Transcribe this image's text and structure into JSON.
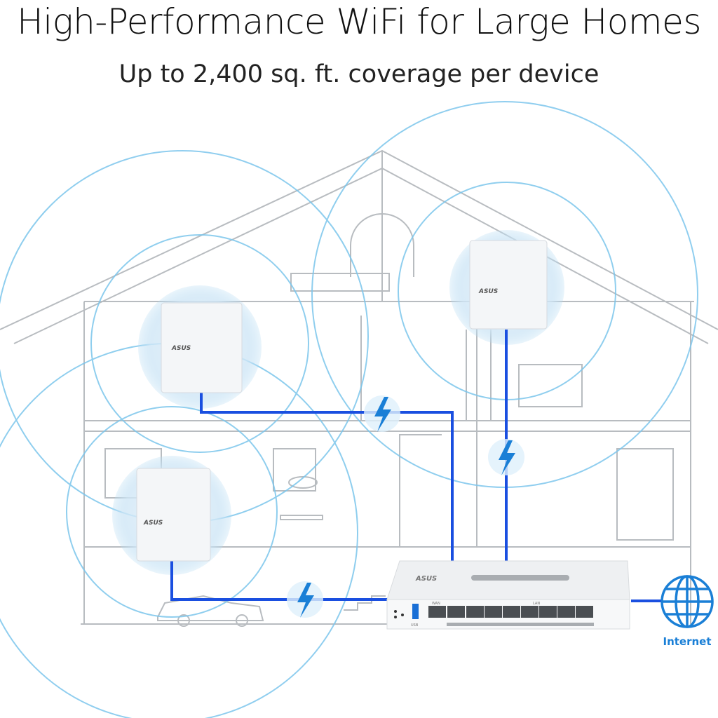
{
  "header": {
    "title": "High-Performance WiFi for Large Homes",
    "subtitle": "Up to 2,400 sq. ft. coverage per device"
  },
  "diagram": {
    "access_point_brand": "ASUS",
    "switch_brand": "ASUS",
    "switch_labels": {
      "usb": "USB",
      "lan": "LAN",
      "wan": "WAN"
    },
    "internet_label": "Internet"
  },
  "colors": {
    "wifi_ring": "#7cc6ec",
    "cable": "#1a4fe0",
    "internet": "#1a7fd6",
    "house_line": "#b8bcc0"
  }
}
